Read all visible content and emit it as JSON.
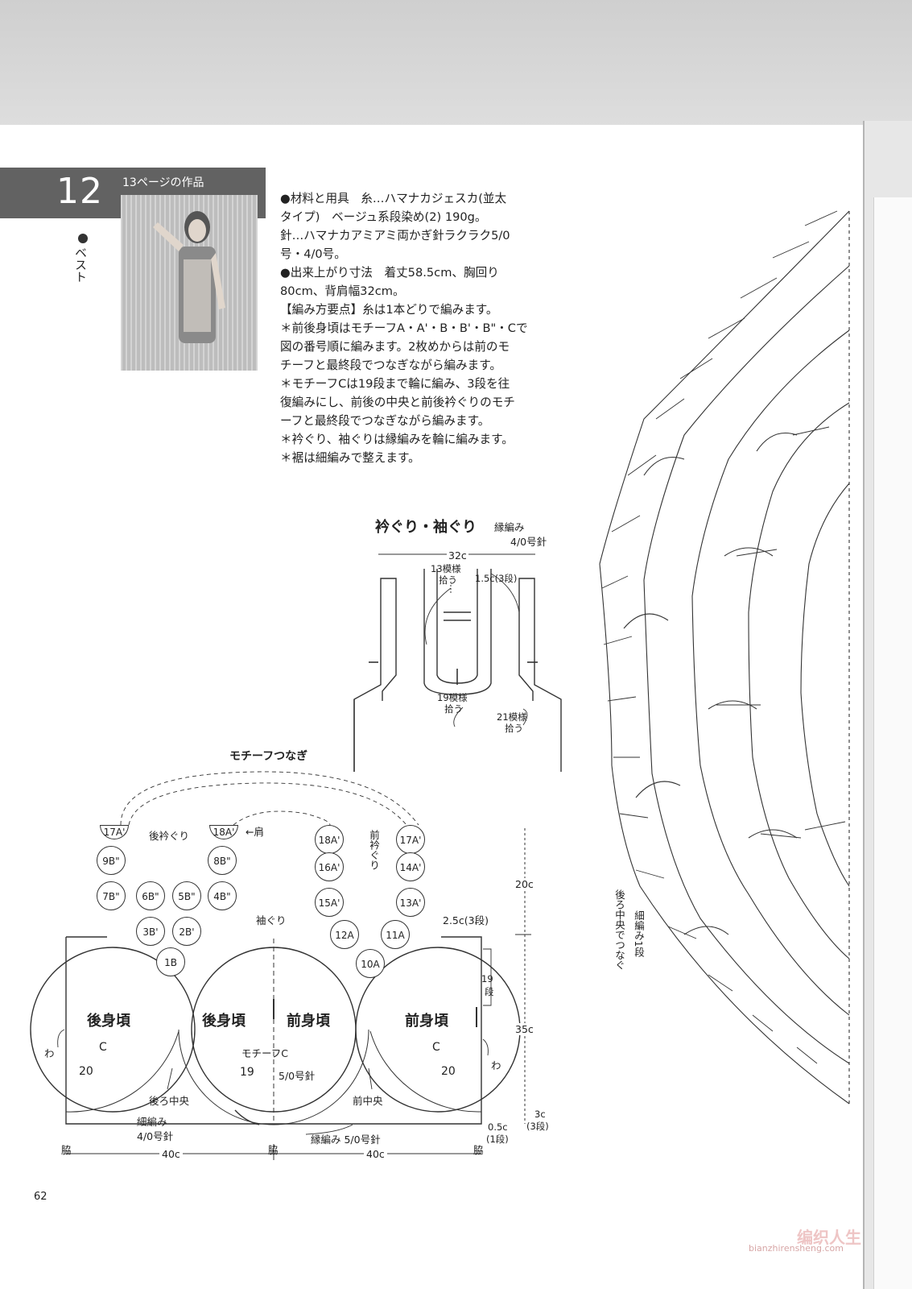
{
  "header": {
    "number": "12",
    "source_page": "13ページの作品",
    "category": "ベスト"
  },
  "spec": {
    "lines": [
      "●材料と用具　糸…ハマナカジェスカ(並太",
      "タイプ)　ベージュ系段染め(2) 190g。",
      "針…ハマナカアミアミ両かぎ針ラクラク5/0",
      "号・4/0号。",
      "●出来上がり寸法　着丈58.5cm、胸回り",
      "80cm、背肩幅32cm。",
      "【編み方要点】糸は1本どりで編みます。",
      "＊前後身頃はモチーフA・A'・B・B'・B\"・Cで",
      "図の番号順に編みます。2枚めからは前のモ",
      "チーフと最終段でつなぎながら編みます。",
      "＊モチーフCは19段まで輪に編み、3段を往",
      "復編みにし、前後の中央と前後衿ぐりのモチ",
      "ーフと最終段でつなぎながら編みます。",
      "＊衿ぐり、袖ぐりは縁編みを輪に編みます。",
      "＊裾は細編みで整えます。"
    ]
  },
  "edge_diagram": {
    "title": "衿ぐり・袖ぐり",
    "stitch": "縁編み",
    "hook": "4/0号針",
    "width": "32c",
    "pick1": [
      "13模様",
      "拾う"
    ],
    "rows": "1.5c(3段)",
    "pick2": [
      "19模様",
      "拾う"
    ],
    "pick3": [
      "21模様",
      "拾う"
    ]
  },
  "motif_diagram": {
    "title": "モチーフつなぎ",
    "back_neck": "後衿ぐり",
    "shoulder": "←肩",
    "front_neck": "前衿ぐり",
    "armhole": "袖ぐり",
    "motifs": [
      "17A'",
      "18A'",
      "18A'",
      "17A'",
      "9B\"",
      "8B\"",
      "16A'",
      "14A'",
      "7B\"",
      "6B\"",
      "5B\"",
      "4B\"",
      "15A'",
      "13A'",
      "3B'",
      "2B'",
      "12A",
      "11A",
      "1B",
      "10A"
    ],
    "back_body": "後身頃",
    "front_body": "前身頃",
    "c": "C",
    "n20": "20",
    "n19": "19",
    "motif_c": "モチーフC",
    "hook5": "5/0号針",
    "back_center": "後ろ中央",
    "front_center": "前中央",
    "wa": "わ",
    "sc": "細編み",
    "hook4": "4/0号針",
    "side": "脇",
    "edging": "縁編み 5/0号針",
    "w40": "40c",
    "h20": "20c",
    "h35": "35c",
    "r19": [
      "19",
      "段"
    ],
    "r25": "2.5c(3段)",
    "r3": "3c",
    "r3b": "(3段)",
    "r05": "0.5c",
    "r05b": "(1段)"
  },
  "crochet": {
    "label1": "後ろ中央でつなぐ",
    "label2": "細編み1段"
  },
  "page_number": "62",
  "watermark": "bianzhirensheng.com",
  "watermark_cn": "编织人生"
}
